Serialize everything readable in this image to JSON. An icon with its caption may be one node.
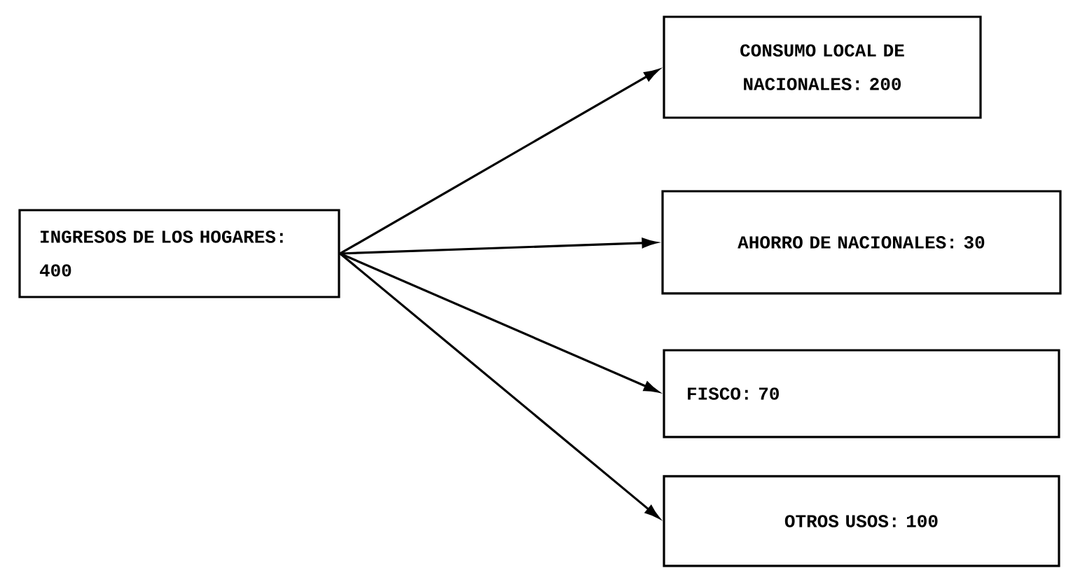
{
  "diagram": {
    "nodes": [
      {
        "text": [
          "INGRESOS DE LOS HOGARES: 400"
        ]
      },
      {
        "text": [
          "CONSUMO LOCAL DE NACIONALES: 200"
        ]
      },
      {
        "text": [
          "AHORRO DE NACIONALES: 30"
        ]
      },
      {
        "text": [
          "FISCO: 70"
        ]
      },
      {
        "text": [
          "OTROS USOS: 100"
        ]
      }
    ],
    "edges": [
      {
        "from": 0,
        "to": 1,
        "arrow": "to"
      },
      {
        "from": 0,
        "to": 2,
        "arrow": "to"
      },
      {
        "from": 0,
        "to": 3,
        "arrow": "to"
      },
      {
        "from": 0,
        "to": 4,
        "arrow": "to"
      }
    ]
  }
}
